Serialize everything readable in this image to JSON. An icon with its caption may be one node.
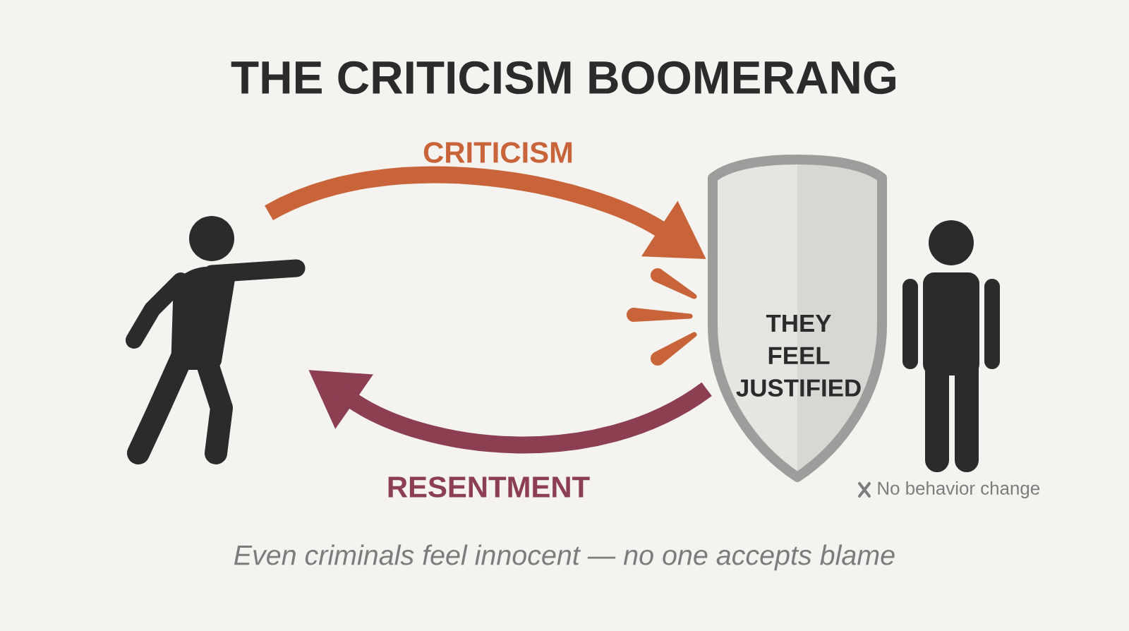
{
  "diagram": {
    "title": "THE CRITICISM BOOMERANG",
    "caption": "Even criminals feel innocent — no one accepts blame",
    "nodes": [
      {
        "text": [],
        "shape": "person"
      },
      {
        "text": [
          "THEY FEEL JUSTIFIED"
        ]
      },
      {
        "text": [],
        "shape": "person"
      }
    ],
    "edges": [
      {
        "from": 0,
        "to": 1,
        "arrow": "to",
        "label": "CRITICISM",
        "color": "#c9643a"
      },
      {
        "from": 1,
        "to": 0,
        "arrow": "to",
        "label": "RESENTMENT",
        "color": "#8d3f52"
      }
    ],
    "labels": [
      "No behavior change"
    ]
  }
}
